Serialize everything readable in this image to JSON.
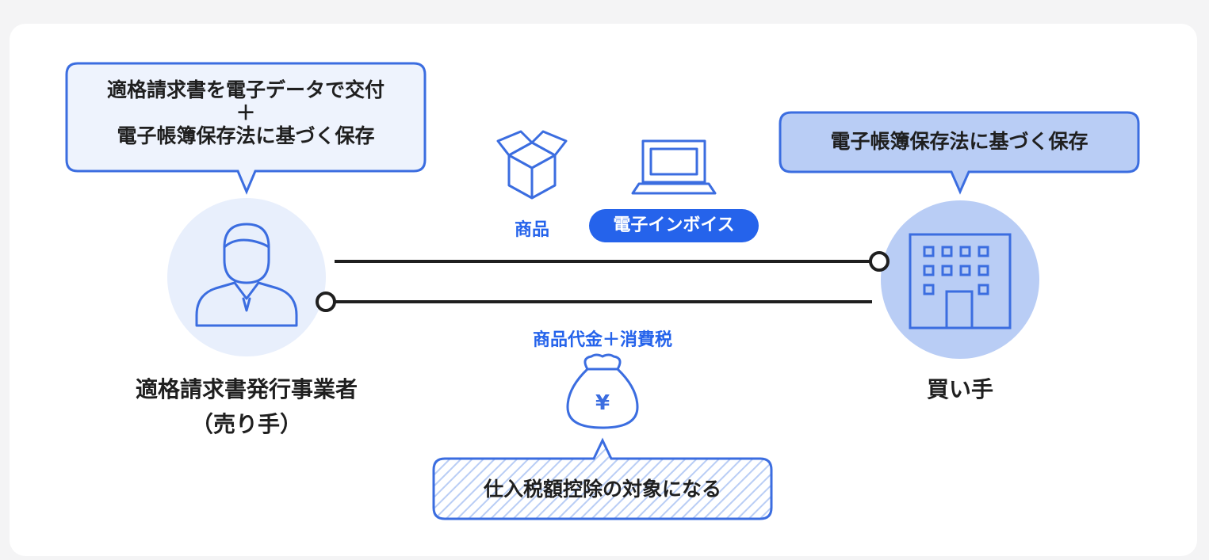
{
  "seller_bubble": {
    "line1": "適格請求書を電子データで交付",
    "plus": "＋",
    "line2": "電子帳簿保存法に基づく保存"
  },
  "buyer_bubble": {
    "text": "電子帳簿保存法に基づく保存"
  },
  "goods_label": "商品",
  "invoice_badge": "電子インボイス",
  "payment_label": "商品代金＋消費税",
  "deduction_bubble": "仕入税額控除の対象になる",
  "seller_name": {
    "line1": "適格請求書発行事業者",
    "line2": "（売り手）"
  },
  "buyer_name": "買い手",
  "money_symbol": "¥",
  "icons": [
    "person-icon",
    "box-icon",
    "laptop-icon",
    "building-icon",
    "money-bag-icon"
  ],
  "colors": {
    "accent": "#3b6de0",
    "badge": "#2563eb",
    "bubble_light": "#eef3fd",
    "bubble_mid": "#b9cdf5",
    "circle_seller": "#e8effc",
    "circle_buyer": "#b9cdf5",
    "line": "#1f1f1f"
  }
}
